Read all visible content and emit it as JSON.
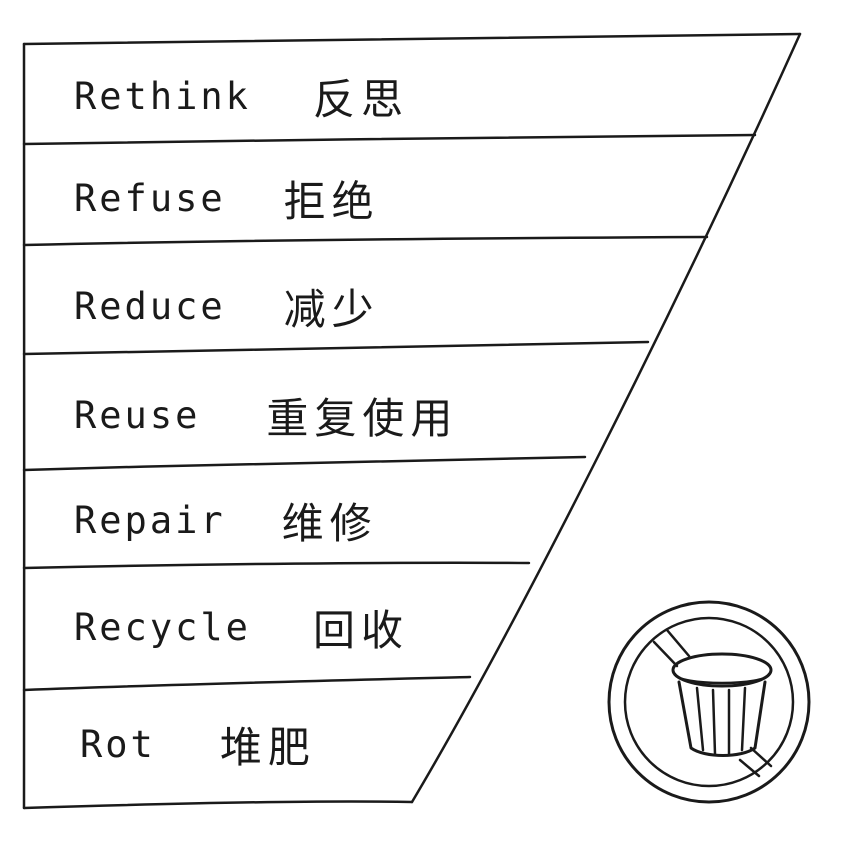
{
  "diagram": {
    "levels": [
      {
        "english": "Rethink",
        "chinese": "反思"
      },
      {
        "english": "Refuse",
        "chinese": "拒绝"
      },
      {
        "english": "Reduce",
        "chinese": "减少"
      },
      {
        "english": "Reuse",
        "chinese": "重复使用"
      },
      {
        "english": "Repair",
        "chinese": "维修"
      },
      {
        "english": "Recycle",
        "chinese": "回收"
      },
      {
        "english": "Rot",
        "chinese": "堆肥"
      }
    ],
    "icon": "no-trash-can-icon",
    "ink_color": "#1a1a1a",
    "background_color": "#ffffff"
  }
}
